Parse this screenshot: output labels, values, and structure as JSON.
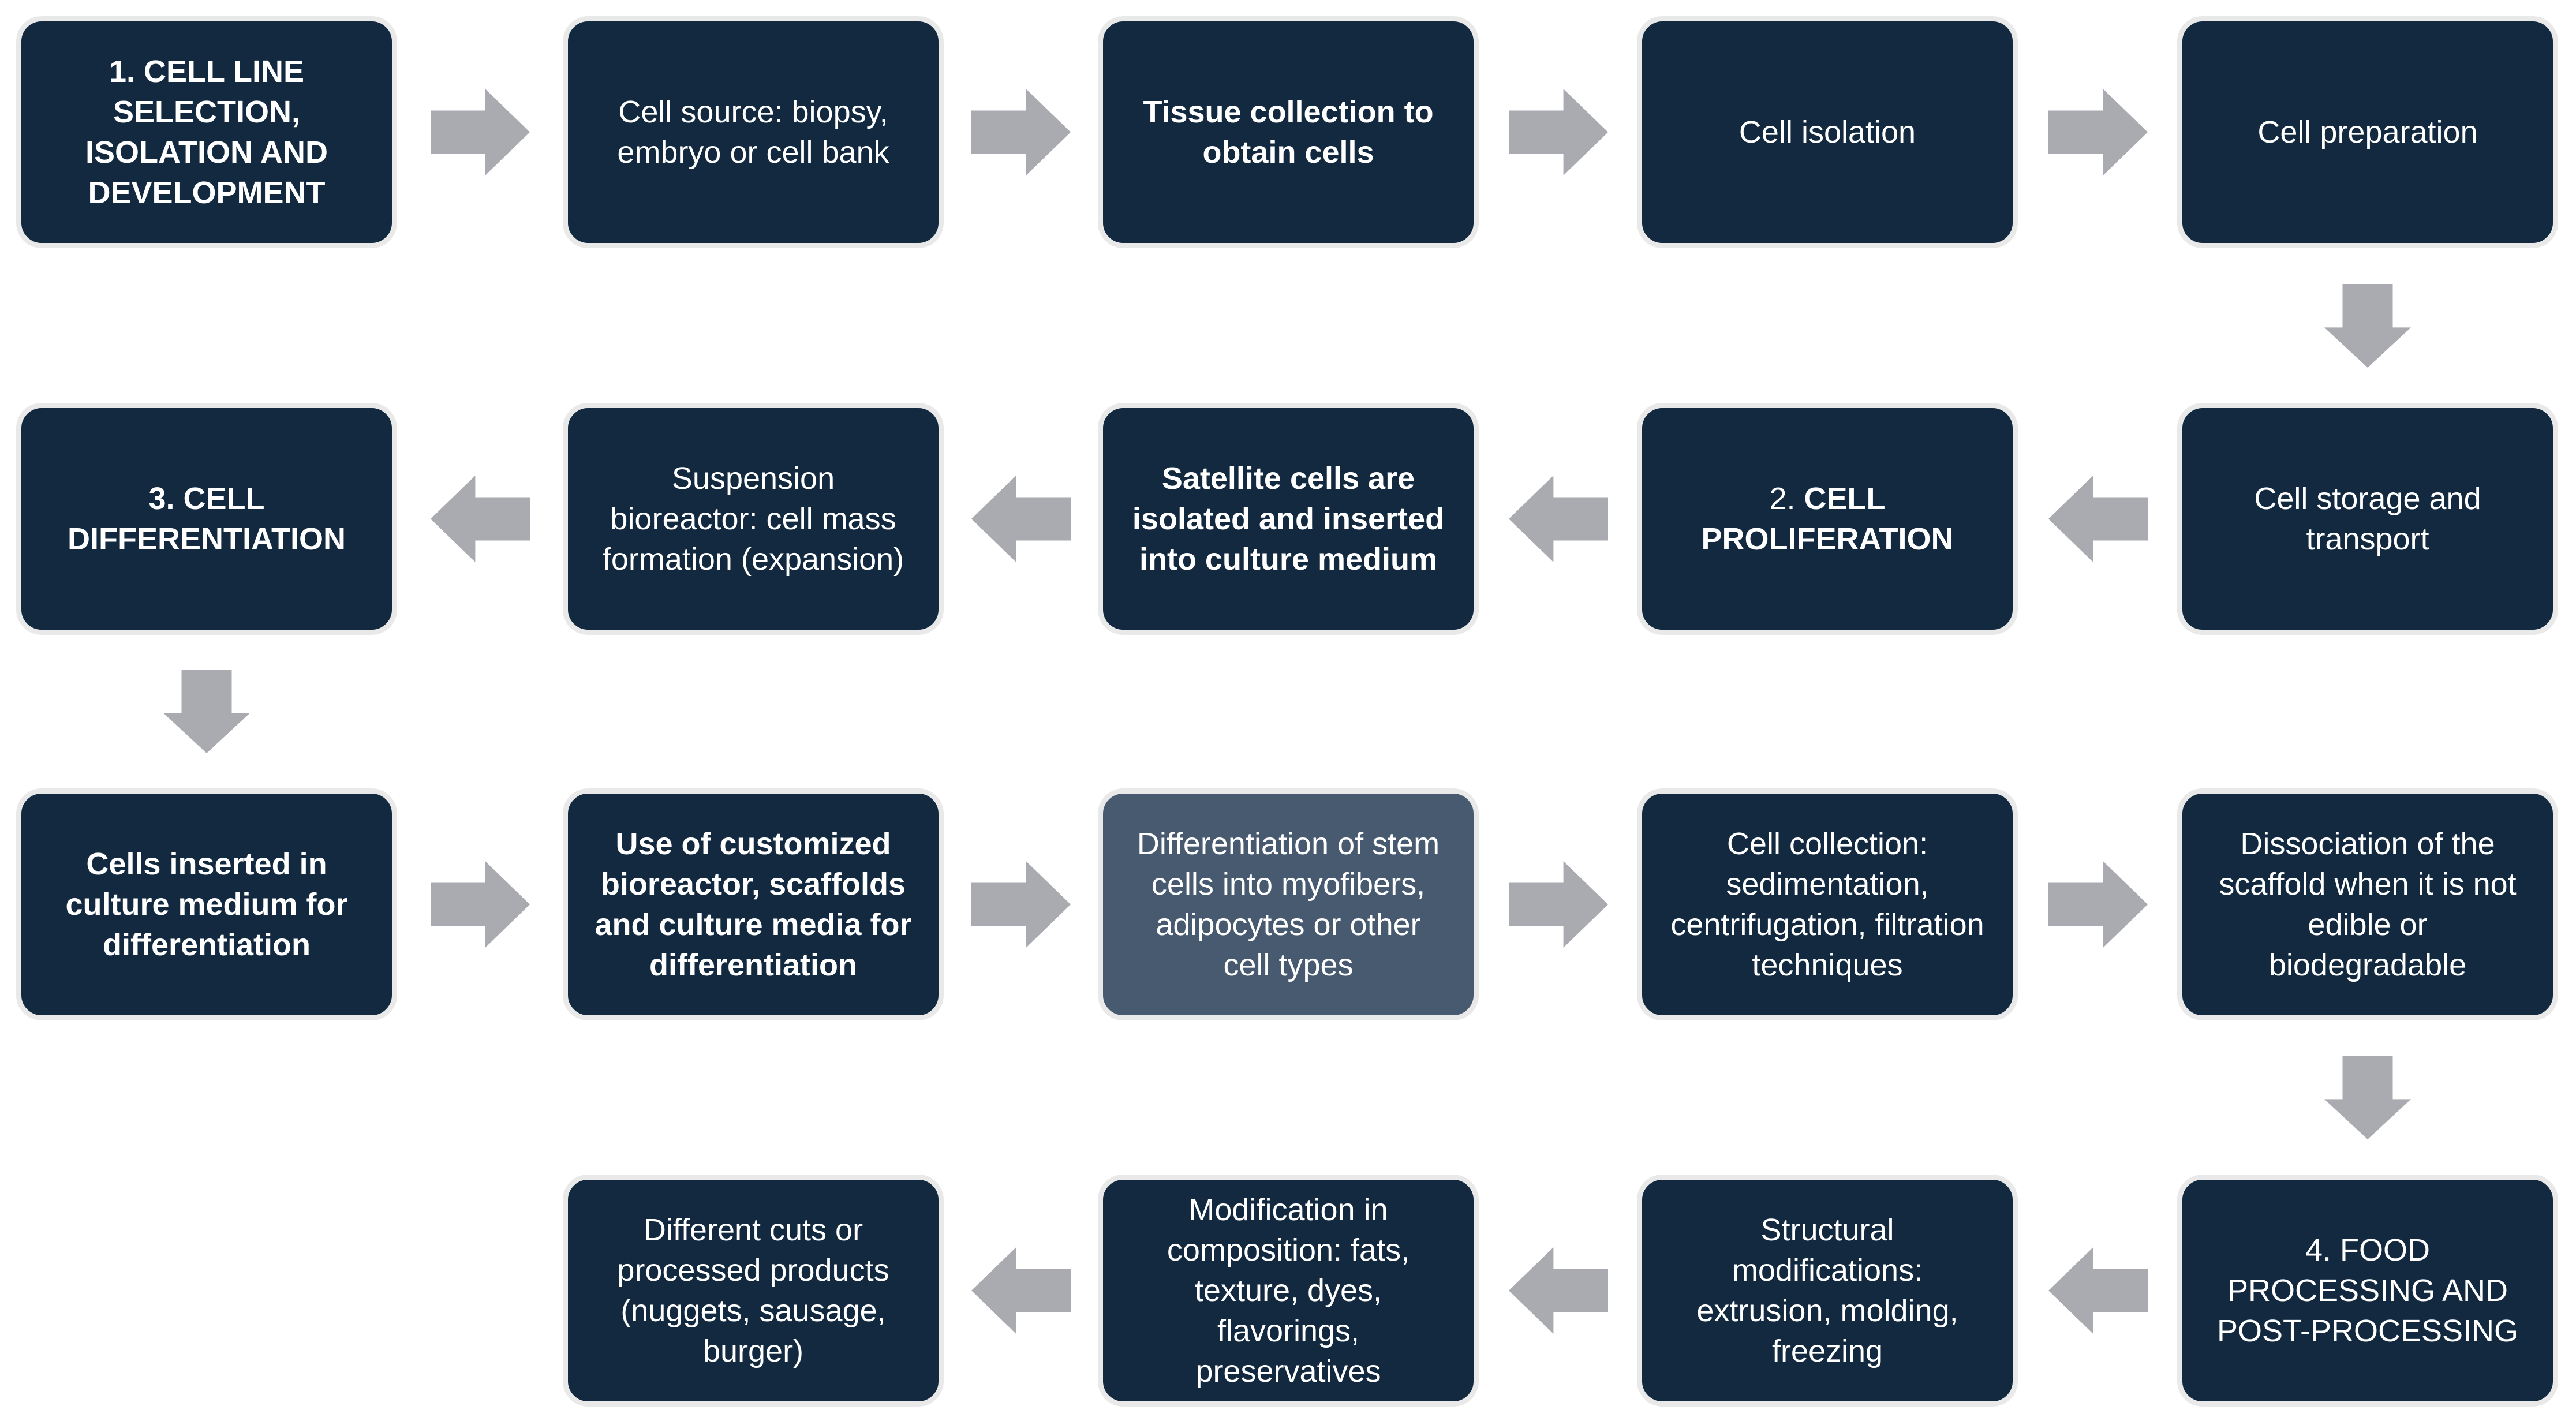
{
  "palette": {
    "background": "#FFFFFF",
    "box_dark": "#122940",
    "box_light": "#485A70",
    "box_border": "#E9E9E9",
    "arrow": "#A9ABB0",
    "text": "#FFFFFF"
  },
  "diagram": {
    "type": "process-flowchart",
    "boxes": [
      {
        "row": 1,
        "col": 1,
        "bold": true,
        "variant": "dark",
        "text": "1. CELL LINE SELECTION, ISOLATION AND DEVELOPMENT"
      },
      {
        "row": 1,
        "col": 2,
        "bold": false,
        "variant": "dark",
        "text": "Cell source: biopsy, embryo or cell bank"
      },
      {
        "row": 1,
        "col": 3,
        "bold": true,
        "variant": "dark",
        "text": "Tissue collection to obtain cells"
      },
      {
        "row": 1,
        "col": 4,
        "bold": false,
        "variant": "dark",
        "text": "Cell isolation"
      },
      {
        "row": 1,
        "col": 5,
        "bold": false,
        "variant": "dark",
        "text": "Cell preparation"
      },
      {
        "row": 2,
        "col": 5,
        "bold": false,
        "variant": "dark",
        "text": "Cell storage and transport"
      },
      {
        "row": 2,
        "col": 4,
        "bold": true,
        "variant": "dark",
        "prefix": "2. ",
        "text": "CELL PROLIFERATION"
      },
      {
        "row": 2,
        "col": 3,
        "bold": true,
        "variant": "dark",
        "text": "Satellite cells are isolated and inserted into culture medium"
      },
      {
        "row": 2,
        "col": 2,
        "bold": false,
        "variant": "dark",
        "text": "Suspension bioreactor: cell mass formation (expansion)"
      },
      {
        "row": 2,
        "col": 1,
        "bold": true,
        "variant": "dark",
        "text": "3. CELL DIFFERENTIATION"
      },
      {
        "row": 3,
        "col": 1,
        "bold": true,
        "variant": "dark",
        "text": "Cells inserted in culture medium for differentiation"
      },
      {
        "row": 3,
        "col": 2,
        "bold": true,
        "variant": "dark",
        "text": "Use of customized bioreactor, scaffolds and culture media for differentiation"
      },
      {
        "row": 3,
        "col": 3,
        "bold": false,
        "variant": "light",
        "text": "Differentiation of stem cells into myofibers, adipocytes or other cell types"
      },
      {
        "row": 3,
        "col": 4,
        "bold": false,
        "variant": "dark",
        "text": "Cell collection: sedimentation, centrifugation, filtration techniques"
      },
      {
        "row": 3,
        "col": 5,
        "bold": false,
        "variant": "dark",
        "text": "Dissociation of the scaffold when it is not edible or biodegradable"
      },
      {
        "row": 4,
        "col": 5,
        "bold": false,
        "variant": "dark",
        "text": "4. FOOD PROCESSING AND POST-PROCESSING"
      },
      {
        "row": 4,
        "col": 4,
        "bold": false,
        "variant": "dark",
        "text": "Structural modifications: extrusion, molding, freezing"
      },
      {
        "row": 4,
        "col": 3,
        "bold": false,
        "variant": "dark",
        "text": "Modification in composition: fats, texture, dyes, flavorings, preservatives"
      },
      {
        "row": 4,
        "col": 2,
        "bold": false,
        "variant": "dark",
        "text": "Different cuts or processed products (nuggets, sausage, burger)"
      }
    ],
    "arrows": [
      {
        "direction": "right",
        "row": 1,
        "between_cols": [
          1,
          2
        ]
      },
      {
        "direction": "right",
        "row": 1,
        "between_cols": [
          2,
          3
        ]
      },
      {
        "direction": "right",
        "row": 1,
        "between_cols": [
          3,
          4
        ]
      },
      {
        "direction": "right",
        "row": 1,
        "between_cols": [
          4,
          5
        ]
      },
      {
        "direction": "down",
        "col": 5,
        "between_rows": [
          1,
          2
        ]
      },
      {
        "direction": "left",
        "row": 2,
        "between_cols": [
          4,
          5
        ]
      },
      {
        "direction": "left",
        "row": 2,
        "between_cols": [
          3,
          4
        ]
      },
      {
        "direction": "left",
        "row": 2,
        "between_cols": [
          2,
          3
        ]
      },
      {
        "direction": "left",
        "row": 2,
        "between_cols": [
          1,
          2
        ]
      },
      {
        "direction": "down",
        "col": 1,
        "between_rows": [
          2,
          3
        ]
      },
      {
        "direction": "right",
        "row": 3,
        "between_cols": [
          1,
          2
        ]
      },
      {
        "direction": "right",
        "row": 3,
        "between_cols": [
          2,
          3
        ]
      },
      {
        "direction": "right",
        "row": 3,
        "between_cols": [
          3,
          4
        ]
      },
      {
        "direction": "right",
        "row": 3,
        "between_cols": [
          4,
          5
        ]
      },
      {
        "direction": "down",
        "col": 5,
        "between_rows": [
          3,
          4
        ]
      },
      {
        "direction": "left",
        "row": 4,
        "between_cols": [
          4,
          5
        ]
      },
      {
        "direction": "left",
        "row": 4,
        "between_cols": [
          3,
          4
        ]
      },
      {
        "direction": "left",
        "row": 4,
        "between_cols": [
          2,
          3
        ]
      }
    ]
  }
}
